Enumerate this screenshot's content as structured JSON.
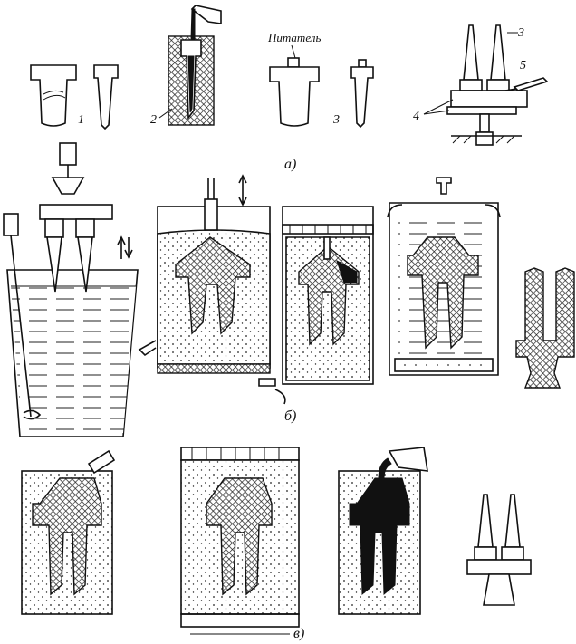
{
  "labels": {
    "feeder": "Питатель",
    "n1": "1",
    "n2": "2",
    "n3a": "3",
    "n3b": "3",
    "n4": "4",
    "n5": "5"
  },
  "captions": {
    "a": "а)",
    "b": "б)",
    "v": "в)"
  }
}
